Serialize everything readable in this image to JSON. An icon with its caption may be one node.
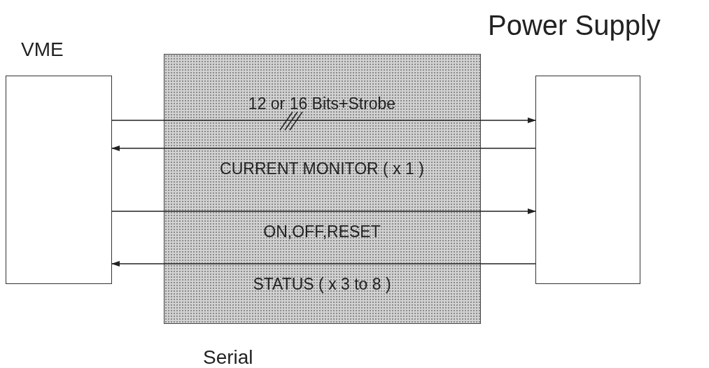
{
  "diagram": {
    "nodes": [
      {
        "text": [
          "VME"
        ]
      },
      {
        "text": [
          "Power Supply"
        ]
      }
    ],
    "edges": [
      {
        "from": 0,
        "to": 1,
        "arrow": "to",
        "label": "12 or 16 Bits+Strobe"
      },
      {
        "from": 1,
        "to": 0,
        "arrow": "to",
        "label": "CURRENT MONITOR ( x 1 )"
      },
      {
        "from": 0,
        "to": 1,
        "arrow": "to",
        "label": "ON,OFF,RESET"
      },
      {
        "from": 1,
        "to": 0,
        "arrow": "to",
        "label": "STATUS ( x 3 to 8 )"
      }
    ],
    "labels": [
      "Serial"
    ]
  }
}
